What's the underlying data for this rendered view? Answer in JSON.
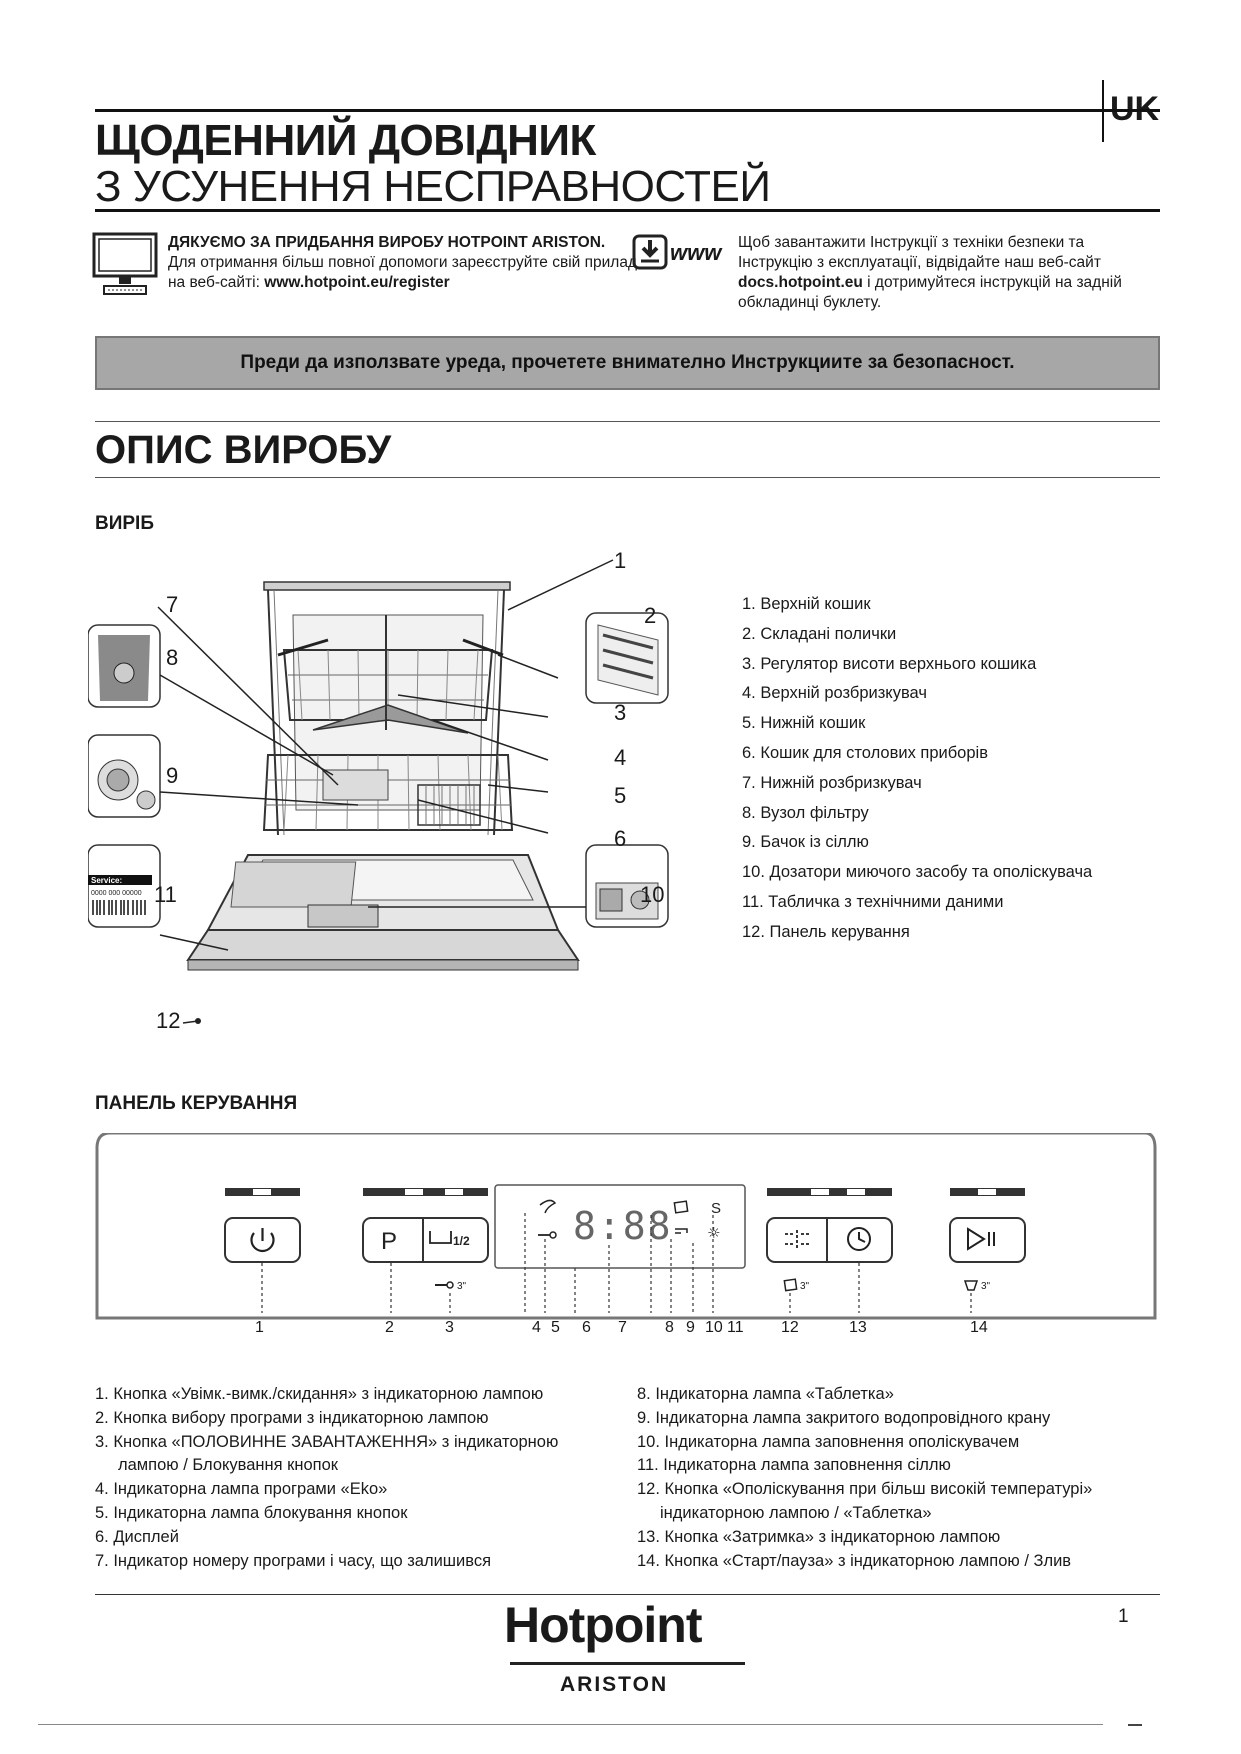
{
  "header": {
    "lang_code": "UK",
    "title_line1": "ЩОДЕННИЙ ДОВІДНИК",
    "title_line2": "З УСУНЕННЯ НЕСПРАВНОСТЕЙ"
  },
  "info": {
    "left_bold": "ДЯКУЄМО ЗА ПРИДБАННЯ ВИРОБУ HOTPOINT ARISTON.",
    "left_text": "Для отримання більш повної допомоги зареєструйте свій прилад на веб-сайті: ",
    "left_url": "www.hotpoint.eu/register",
    "right_text1": "Щоб завантажити Інструкції з техніки безпеки та Інструкцію з експлуатації, відвідайте наш веб-сайт ",
    "right_url": "docs.hotpoint.eu",
    "right_text2": " і дотримуйтеся інструкцій на задній обкладинці буклету.",
    "download_icon_text": "www"
  },
  "warning": "Преди да използвате уреда, прочетете внимателно Инструкциите за безопасност.",
  "product_section": {
    "title": "ОПИС ВИРОБУ",
    "subtitle": "ВИРІБ",
    "service_label": "Service:",
    "service_number": "0000 000 00000",
    "callouts": [
      "1",
      "2",
      "3",
      "4",
      "5",
      "6",
      "7",
      "8",
      "9",
      "10",
      "11",
      "12"
    ],
    "items": [
      "1.  Верхній кошик",
      "2.  Складані полички",
      "3.  Регулятор висоти верхнього кошика",
      "4.  Верхній розбризкувач",
      "5.  Нижній кошик",
      "6.  Кошик для столових приборів",
      "7.  Нижній розбризкувач",
      "8.  Вузол фільтру",
      "9.  Бачок із сіллю",
      "10.  Дозатори миючого засобу та ополіскувача",
      "11.  Табличка з технічними даними",
      "12.  Панель керування"
    ]
  },
  "control_panel": {
    "subtitle": "ПАНЕЛЬ КЕРУВАННЯ",
    "display_value": "8:88",
    "button_p": "P",
    "button_half": "1/2",
    "lock_hold": "3\"",
    "tablet_hold": "3\"",
    "drain_hold": "3\"",
    "callouts": [
      "1",
      "2",
      "3",
      "4",
      "5",
      "6",
      "7",
      "8",
      "9",
      "10",
      "11",
      "12",
      "13",
      "14"
    ],
    "items_left": [
      "1.  Кнопка «Увімк.-вимк./скидання» з індикаторною лампою",
      "2.  Кнопка вибору програми з індикаторною лампою",
      "3.  Кнопка «ПОЛОВИННЕ ЗАВАНТАЖЕННЯ» з індикаторною",
      "лампою / Блокування кнопок",
      "4.  Індикаторна лампа програми «Eko»",
      "5.  Індикаторна лампа блокування кнопок",
      "6.  Дисплей",
      "7.  Індикатор номеру програми і часу, що залишився"
    ],
    "items_right": [
      "8.  Індикаторна лампа «Таблетка»",
      "9.  Індикаторна лампа закритого водопровідного крану",
      "10. Індикаторна лампа заповнення ополіскувачем",
      "11. Індикаторна лампа заповнення сіллю",
      "12. Кнопка «Ополіскування при більш високій температурі»",
      "індикаторною лампою / «Таблетка»",
      "13. Кнопка «Затримка» з індикаторною лампою",
      "14. Кнопка «Старт/пауза» з індикаторною лампою / Злив"
    ]
  },
  "footer": {
    "brand": "Hotpoint",
    "brand_sub": "ARISTON",
    "page_number": "1"
  }
}
